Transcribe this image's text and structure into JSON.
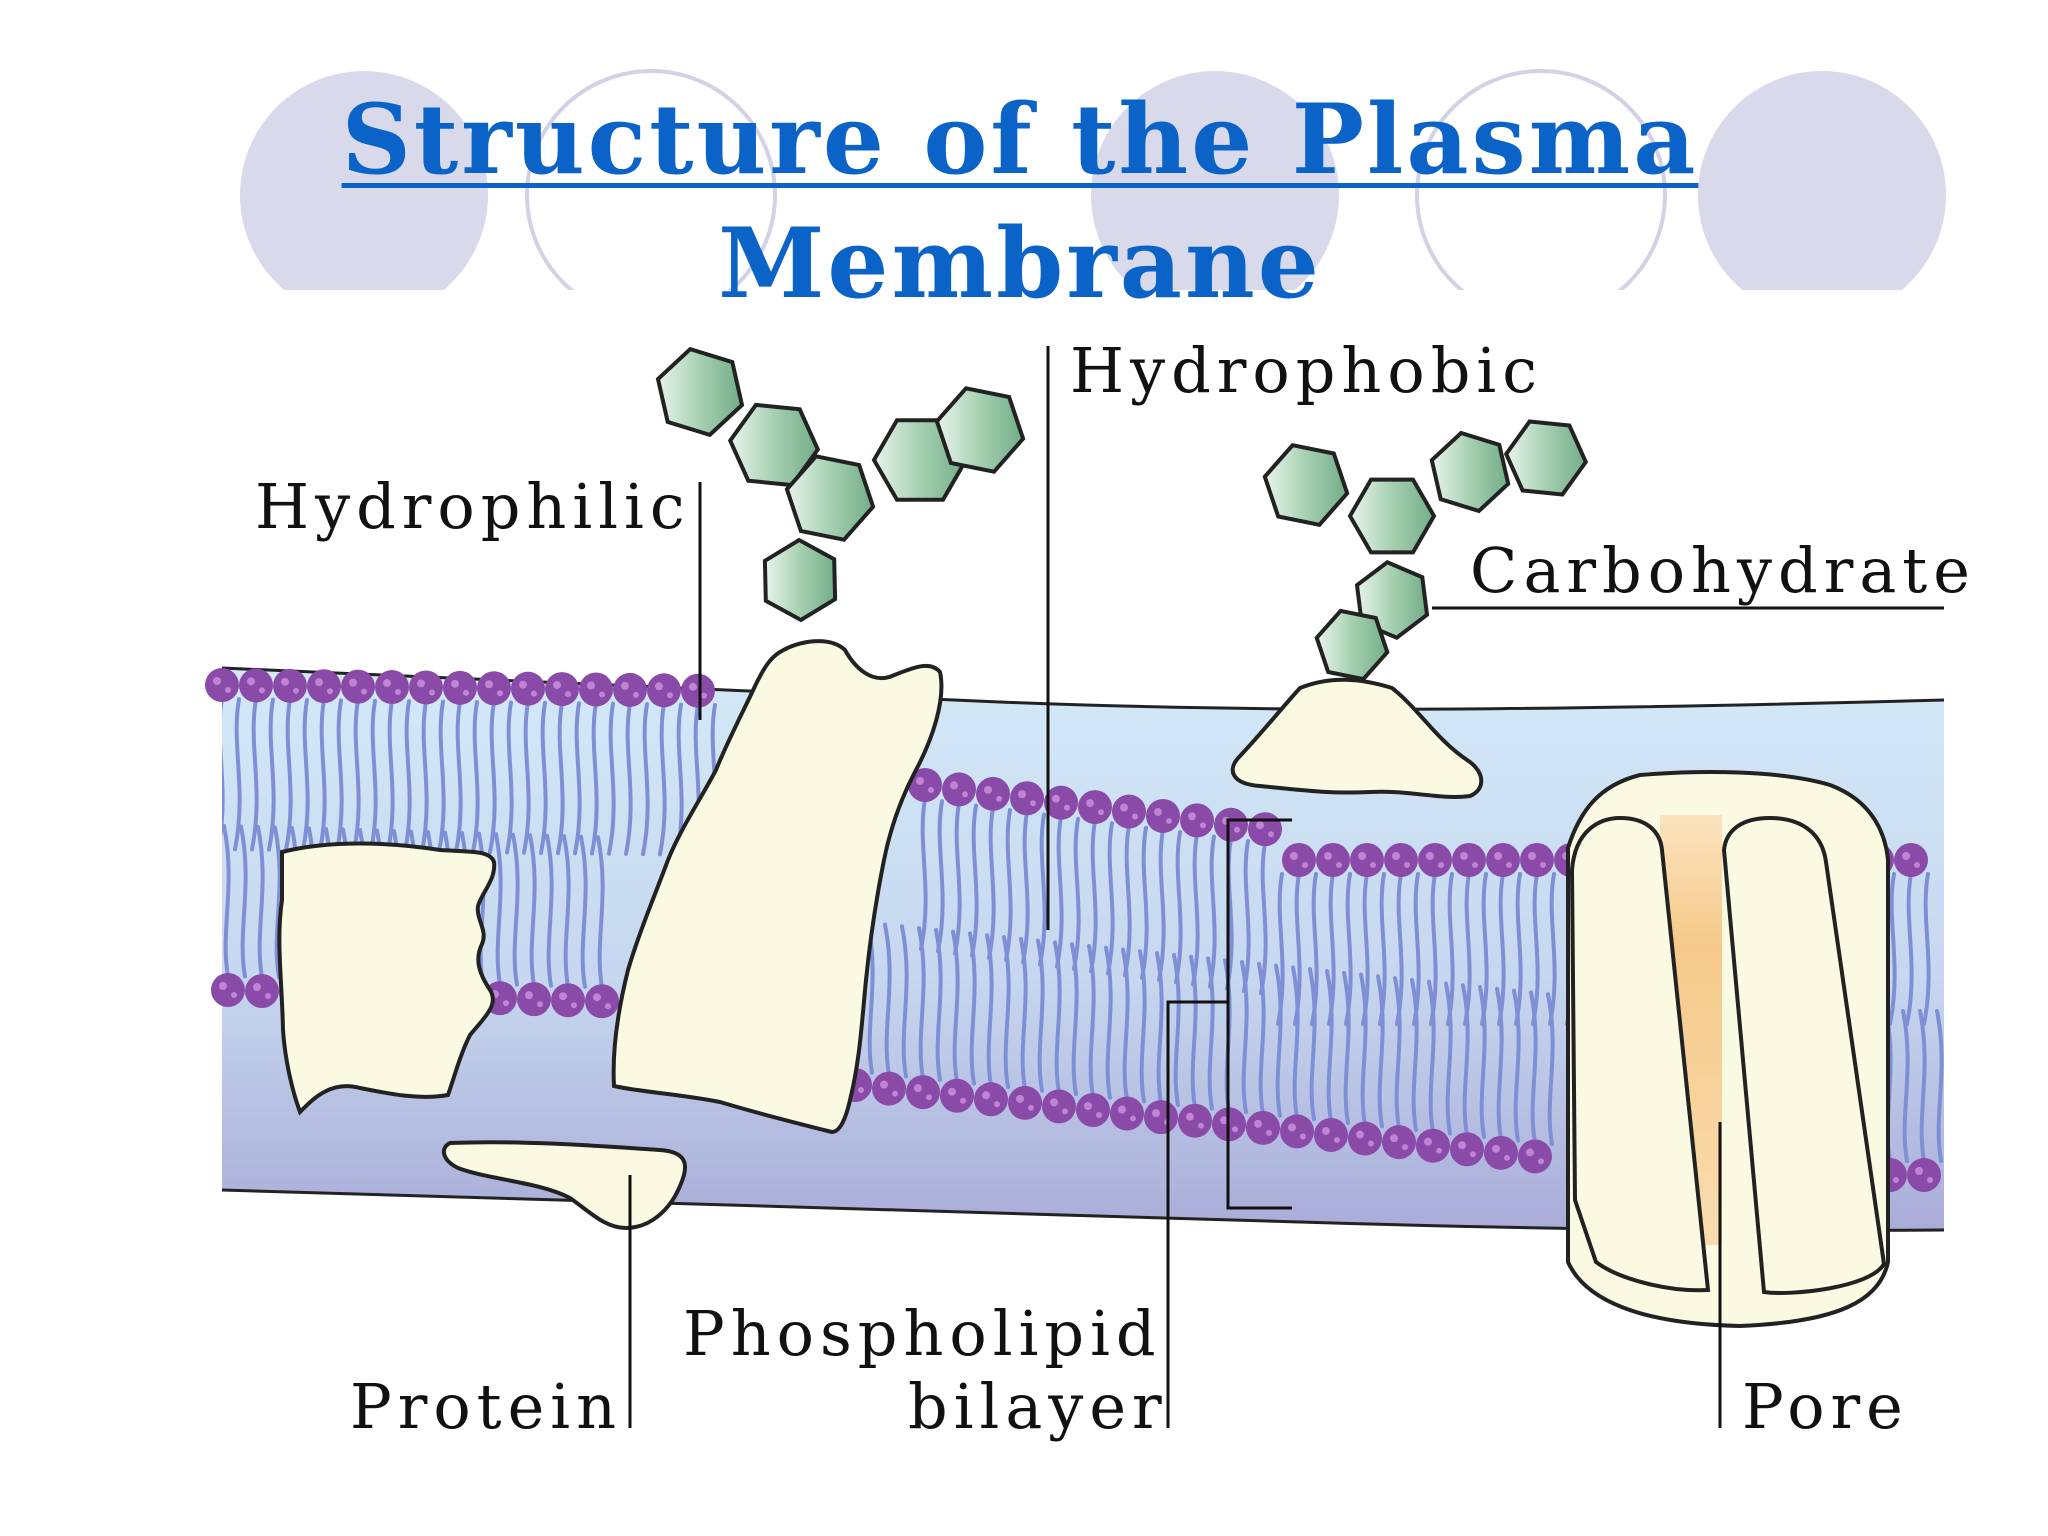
{
  "slide": {
    "title_line1": "Structure of the Plasma",
    "title_line2": "Membrane"
  },
  "diagram": {
    "labels": {
      "hydrophilic": "Hydrophilic",
      "hydrophobic": "Hydrophobic",
      "carbohydrate": "Carbohydrate",
      "protein": "Protein",
      "phospholipid_line1": "Phospholipid",
      "phospholipid_line2": "bilayer",
      "pore": "Pore"
    }
  },
  "colors": {
    "title": "#0b63c7",
    "deco_circle_fill": "#d7d7ea",
    "deco_circle_stroke": "#cfcfe3",
    "membrane_top": "#cfe6f5",
    "membrane_bottom": "#b4b9dd",
    "tail": "#7f8fd6",
    "head": "#8a4aa8",
    "head_dot": "#c184d4",
    "protein": "#fafae3",
    "carb_fill": "#a9d2b4",
    "carb_dark": "#6aa57f",
    "pore_channel": "#f6c98a"
  }
}
